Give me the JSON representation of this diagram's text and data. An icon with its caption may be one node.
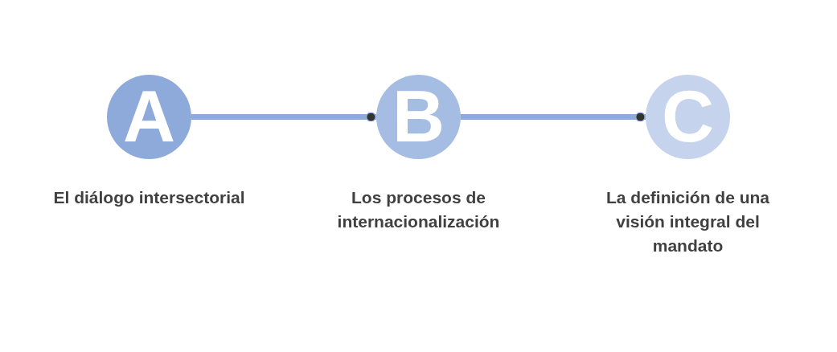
{
  "diagram": {
    "nodes": [
      {
        "text": [
          "A"
        ],
        "beside": [
          "El diálogo intersectorial"
        ]
      },
      {
        "text": [
          "B"
        ],
        "beside": [
          "Los procesos de internacionalización"
        ]
      },
      {
        "text": [
          "C"
        ],
        "beside": [
          "La definición de una visión integral del mandato"
        ]
      }
    ],
    "edges": [
      {
        "from": 0,
        "to": 1,
        "arrow": "other"
      },
      {
        "from": 1,
        "to": 2,
        "arrow": "other"
      }
    ]
  }
}
